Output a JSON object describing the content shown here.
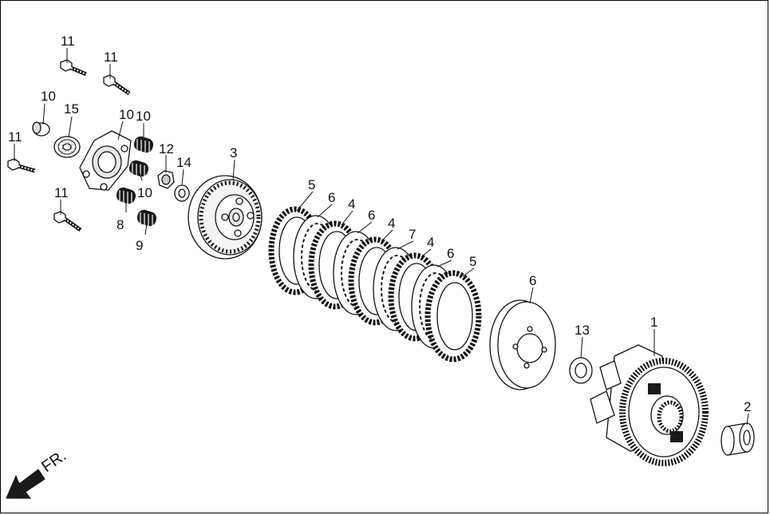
{
  "diagram": {
    "callouts": [
      {
        "id": "c1",
        "label": "1"
      },
      {
        "id": "c2",
        "label": "2"
      },
      {
        "id": "c3",
        "label": "3"
      },
      {
        "id": "c4a",
        "label": "4"
      },
      {
        "id": "c4b",
        "label": "4"
      },
      {
        "id": "c4c",
        "label": "4"
      },
      {
        "id": "c5a",
        "label": "5"
      },
      {
        "id": "c5b",
        "label": "5"
      },
      {
        "id": "c6a",
        "label": "6"
      },
      {
        "id": "c6b",
        "label": "6"
      },
      {
        "id": "c6c",
        "label": "6"
      },
      {
        "id": "c6d",
        "label": "6"
      },
      {
        "id": "c7",
        "label": "7"
      },
      {
        "id": "c8",
        "label": "8"
      },
      {
        "id": "c9",
        "label": "9"
      },
      {
        "id": "c10a",
        "label": "10"
      },
      {
        "id": "c10b",
        "label": "10"
      },
      {
        "id": "c10c",
        "label": "10"
      },
      {
        "id": "c10d",
        "label": "10"
      },
      {
        "id": "c11a",
        "label": "11"
      },
      {
        "id": "c11b",
        "label": "11"
      },
      {
        "id": "c11c",
        "label": "11"
      },
      {
        "id": "c11d",
        "label": "11"
      },
      {
        "id": "c12",
        "label": "12"
      },
      {
        "id": "c13",
        "label": "13"
      },
      {
        "id": "c14",
        "label": "14"
      },
      {
        "id": "c15",
        "label": "15"
      }
    ],
    "direction_label": "FR."
  },
  "colors": {
    "line": "#111111",
    "fill_light": "#ffffff",
    "fill_dark": "#1a1a1a",
    "shade": "#bdbdbd",
    "background": "#ffffff"
  }
}
